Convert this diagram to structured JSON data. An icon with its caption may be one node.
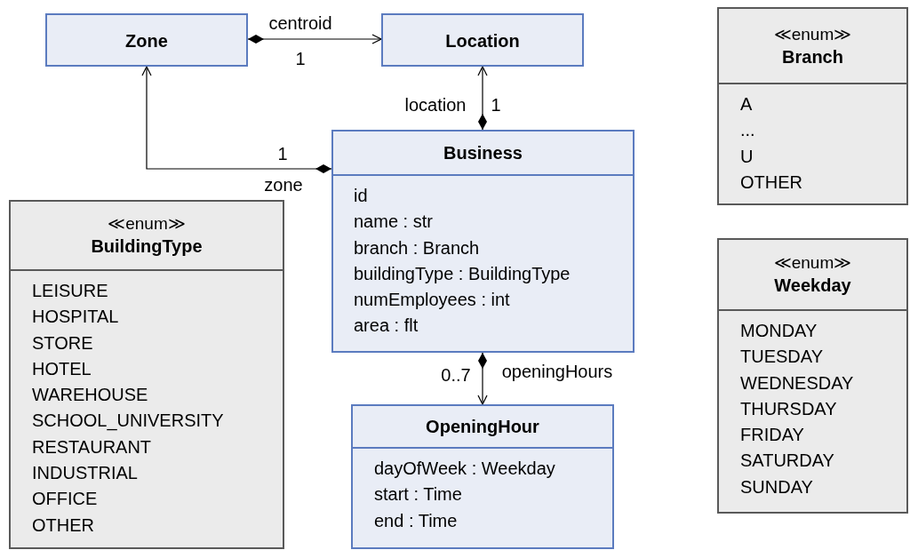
{
  "diagram": {
    "nodes": [
      {
        "text": [
          "Zone"
        ]
      },
      {
        "text": [
          "Location"
        ]
      },
      {
        "text": [
          "≪enum≫",
          "Branch",
          "A",
          "...",
          "U",
          "OTHER"
        ]
      },
      {
        "text": [
          "Business",
          "id",
          "name : str",
          "branch : Branch",
          "buildingType : BuildingType",
          "numEmployees : int",
          "area : flt"
        ]
      },
      {
        "text": [
          "≪enum≫",
          "BuildingType",
          "LEISURE",
          "HOSPITAL",
          "STORE",
          "HOTEL",
          "WAREHOUSE",
          "SCHOOL_UNIVERSITY",
          "RESTAURANT",
          "INDUSTRIAL",
          "OFFICE",
          "OTHER"
        ]
      },
      {
        "text": [
          "≪enum≫",
          "Weekday",
          "MONDAY",
          "TUESDAY",
          "WEDNESDAY",
          "THURSDAY",
          "FRIDAY",
          "SATURDAY",
          "SUNDAY"
        ]
      },
      {
        "text": [
          "OpeningHour",
          "dayOfWeek : Weekday",
          "start : Time",
          "end : Time"
        ]
      }
    ],
    "edges": [
      {
        "from": 0,
        "to": 1,
        "arrow": "to",
        "label": "centroid"
      },
      {
        "from": 3,
        "to": 1,
        "arrow": "to",
        "label": "location"
      },
      {
        "from": 3,
        "to": 0,
        "arrow": "to",
        "label": "zone"
      },
      {
        "from": 3,
        "to": 6,
        "arrow": "to",
        "label": "openingHours"
      }
    ],
    "labels": [
      "1",
      "1",
      "1",
      "0..7"
    ]
  }
}
